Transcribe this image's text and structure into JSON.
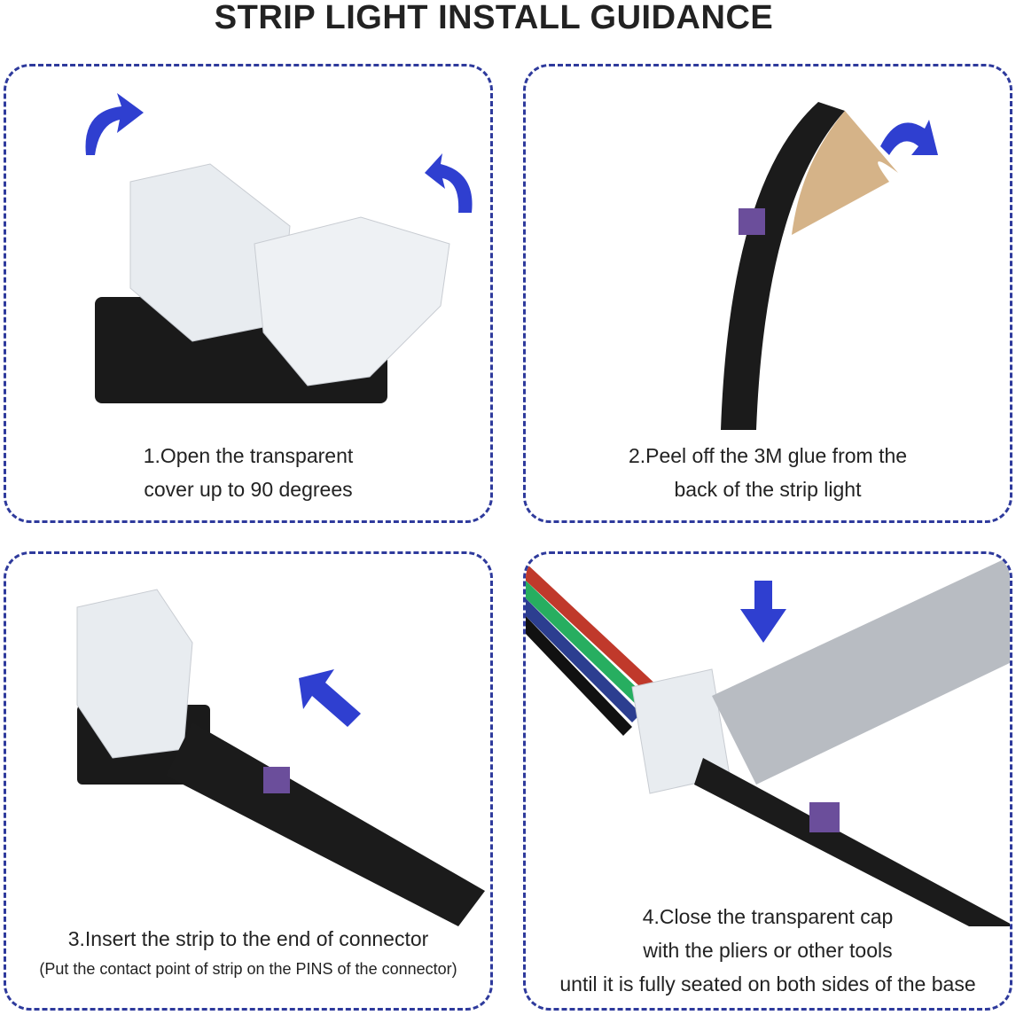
{
  "title": "STRIP LIGHT INSTALL GUIDANCE",
  "colors": {
    "border": "#2e3a9c",
    "arrow": "#2f3fd0",
    "text": "#222222"
  },
  "steps": [
    {
      "step": 1,
      "line1": "1.Open the transparent",
      "line2": "cover up to 90 degrees",
      "icons": [
        "curved-arrow-icon",
        "curved-arrow-icon"
      ]
    },
    {
      "step": 2,
      "line1": "2.Peel off the 3M glue from the",
      "line2": "back of the strip light",
      "icons": [
        "curved-arrow-icon"
      ]
    },
    {
      "step": 3,
      "line1": "3.Insert the strip to the end of connector",
      "line2": "(Put the contact point of strip on the PINS of the connector)",
      "icons": [
        "arrow-up-left-icon"
      ]
    },
    {
      "step": 4,
      "line1": "4.Close the transparent cap",
      "line2": "with the pliers or other tools",
      "line3": "until it is fully seated on both sides of the base",
      "icons": [
        "arrow-down-icon"
      ]
    }
  ]
}
